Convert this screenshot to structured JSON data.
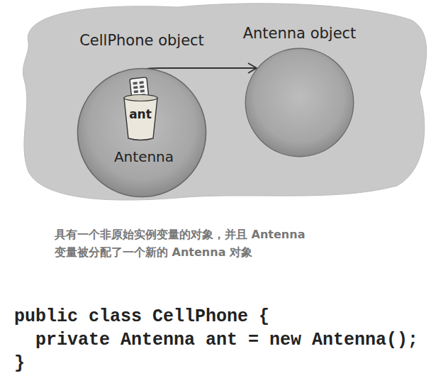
{
  "diagram": {
    "caption": "具有一个非原始实例变量的对象，并且 Antenna 变量被分配了一个新的 Antenna 对象",
    "nodes": [
      {
        "text": [
          "CellPhone object"
        ]
      },
      {
        "text": [
          "Antenna object"
        ]
      },
      {
        "text": [
          "ant",
          "Antenna"
        ],
        "in": 0
      }
    ],
    "edges": [
      {
        "from": 2,
        "to": 1,
        "arrow": "to"
      }
    ],
    "labels": [
      "public class CellPhone {",
      "private Antenna ant = new Antenna();",
      "}"
    ]
  }
}
